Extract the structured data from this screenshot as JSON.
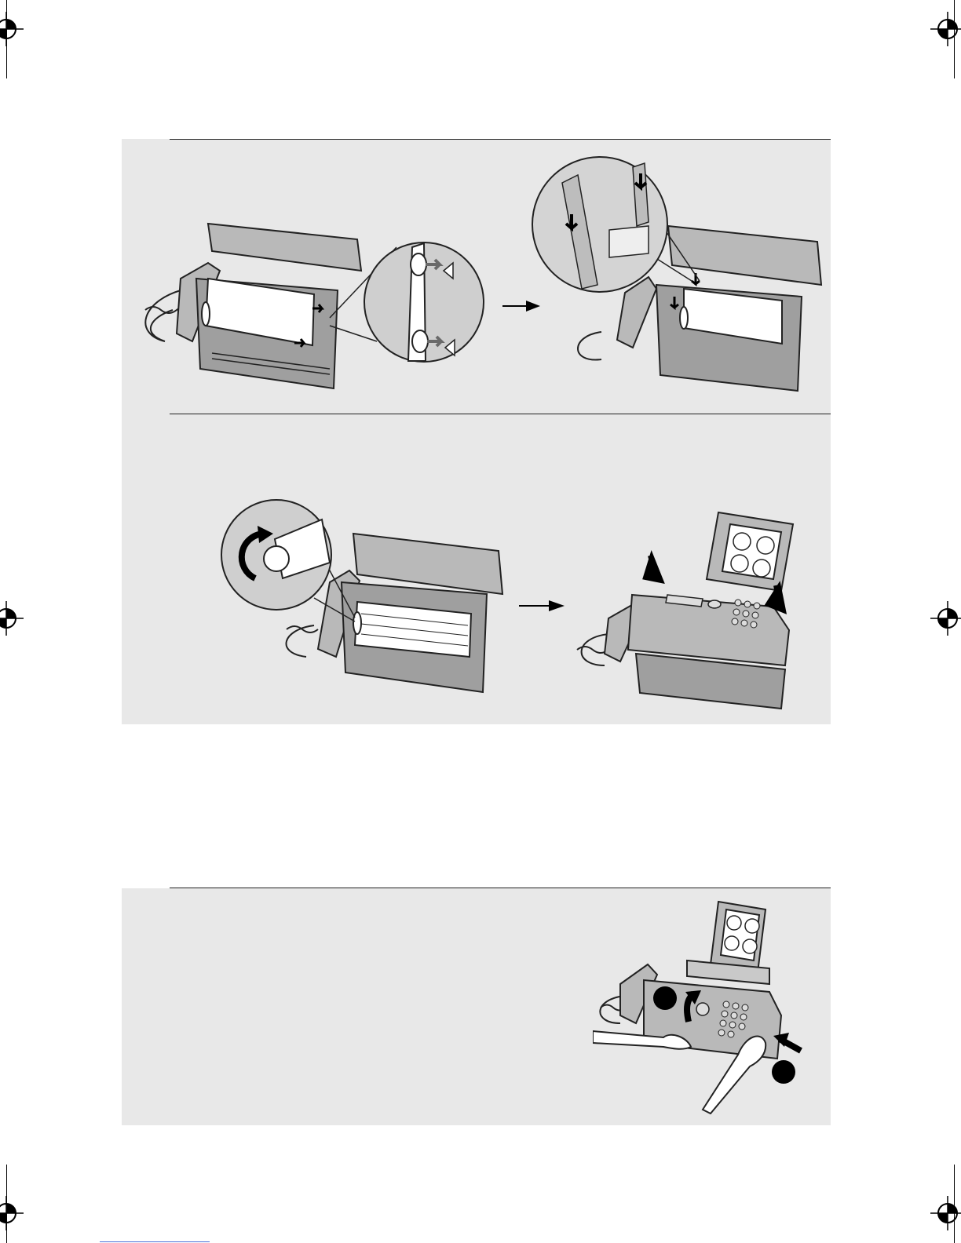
{
  "document": {
    "illustrations": [
      {
        "id": "insert-roll-left"
      },
      {
        "id": "insert-roll-right"
      },
      {
        "id": "tighten-roll"
      },
      {
        "id": "close-panel"
      },
      {
        "id": "open-panel"
      }
    ]
  },
  "colors": {
    "panel": "#e8e8e8",
    "line": "#222222",
    "paper": "#ffffff",
    "machine": "#b9b9b9",
    "machine_dark": "#8f8f8f",
    "link": "#4a6fd8"
  },
  "icons": [
    "registration-mark-icon",
    "right-arrow-icon",
    "down-arrow-icon",
    "curved-arrow-icon"
  ]
}
